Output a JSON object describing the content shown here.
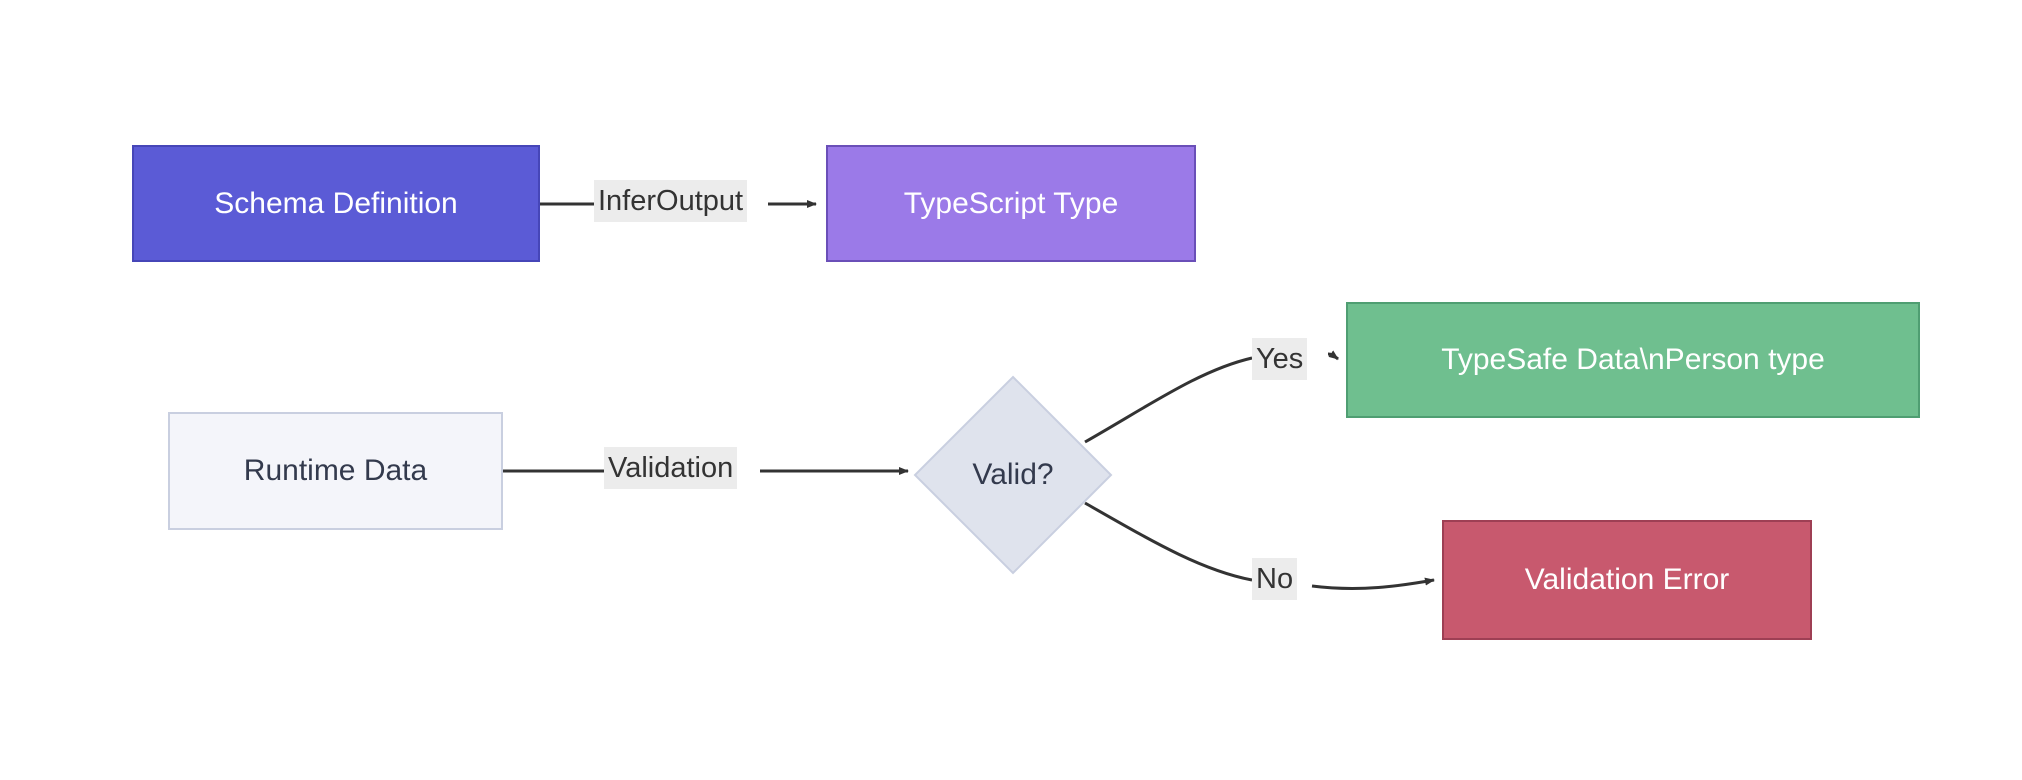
{
  "diagram": {
    "type": "flowchart",
    "direction": "left-to-right",
    "background_color": "#ffffff",
    "nodes": [
      {
        "id": "schema-definition",
        "label": "Schema Definition",
        "shape": "rectangle",
        "fill": "#5b5bd6",
        "stroke": "#4646b8",
        "text_color": "#ffffff"
      },
      {
        "id": "typescript-type",
        "label": "TypeScript Type",
        "shape": "rectangle",
        "fill": "#9b7ae8",
        "stroke": "#6a4fb8",
        "text_color": "#ffffff"
      },
      {
        "id": "runtime-data",
        "label": "Runtime Data",
        "shape": "rectangle",
        "fill": "#f4f5fa",
        "stroke": "#c9cfe0",
        "text_color": "#333a4d"
      },
      {
        "id": "valid-decision",
        "label": "Valid?",
        "shape": "diamond",
        "fill": "#dfe3ed",
        "stroke": "#c9cfe0",
        "text_color": "#333a4d"
      },
      {
        "id": "typesafe-data",
        "label": "TypeSafe Data\\nPerson type",
        "shape": "rectangle",
        "fill": "#6fbf8f",
        "stroke": "#4f9e72",
        "text_color": "#ffffff"
      },
      {
        "id": "validation-error",
        "label": "Validation Error",
        "shape": "rectangle",
        "fill": "#c8596e",
        "stroke": "#9e3f54",
        "text_color": "#ffffff"
      }
    ],
    "edges": [
      {
        "id": "infer-output",
        "from": "schema-definition",
        "to": "typescript-type",
        "label": "InferOutput",
        "label_bg": "#ececec"
      },
      {
        "id": "validation",
        "from": "runtime-data",
        "to": "valid-decision",
        "label": "Validation",
        "label_bg": "#ececec"
      },
      {
        "id": "yes",
        "from": "valid-decision",
        "to": "typesafe-data",
        "label": "Yes",
        "label_bg": "#ececec"
      },
      {
        "id": "no",
        "from": "valid-decision",
        "to": "validation-error",
        "label": "No",
        "label_bg": "#ececec"
      }
    ]
  }
}
